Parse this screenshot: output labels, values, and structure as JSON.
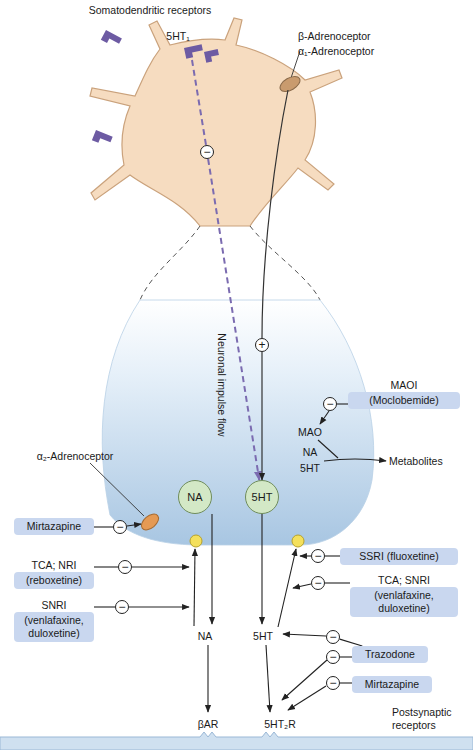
{
  "diagram": {
    "nodes": [
      {
        "text": [
          "−"
        ]
      },
      {
        "text": [
          "+"
        ]
      },
      {
        "text": [
          "MAOI",
          "(Moclobemide)"
        ]
      },
      {
        "text": [
          "−"
        ]
      },
      {
        "text": [
          "NA"
        ]
      },
      {
        "text": [
          "5HT"
        ]
      },
      {
        "text": [
          "Mirtazapine"
        ]
      },
      {
        "text": [
          "−"
        ]
      },
      {
        "text": [
          "SSRI (fluoxetine)"
        ]
      },
      {
        "text": [
          "−"
        ]
      },
      {
        "text": [
          "TCA; NRI",
          "(reboxetine)"
        ]
      },
      {
        "text": [
          "−"
        ]
      },
      {
        "text": [
          "TCA; SNRI",
          "(venlafaxine, duloxetine)"
        ]
      },
      {
        "text": [
          "−"
        ]
      },
      {
        "text": [
          "SNRI",
          "(venlafaxine, duloxetine)"
        ]
      },
      {
        "text": [
          "−"
        ]
      },
      {
        "text": [
          "Trazodone"
        ]
      },
      {
        "text": [
          "−"
        ]
      },
      {
        "text": [
          "−"
        ]
      },
      {
        "text": [
          "Mirtazapine"
        ]
      },
      {
        "text": [
          "−"
        ]
      },
      {
        "text": [
          "Postsynaptic receptors"
        ]
      }
    ],
    "edges": [
      {
        "from": 0,
        "to": 5,
        "arrow": "to"
      },
      {
        "from": 1,
        "to": 5,
        "arrow": "to"
      },
      {
        "from": 2,
        "to": 3,
        "arrow": "none"
      },
      {
        "from": 6,
        "to": 7,
        "arrow": "none"
      },
      {
        "from": 8,
        "to": 9,
        "arrow": "none"
      },
      {
        "from": 10,
        "to": 11,
        "arrow": "none"
      },
      {
        "from": 12,
        "to": 13,
        "arrow": "none"
      },
      {
        "from": 14,
        "to": 15,
        "arrow": "none"
      },
      {
        "from": 16,
        "to": 17,
        "arrow": "none"
      },
      {
        "from": 16,
        "to": 18,
        "arrow": "none"
      },
      {
        "from": 19,
        "to": 20,
        "arrow": "none"
      }
    ],
    "labels": [
      "Somatodendritic receptors",
      "5HT₁",
      "β-Adrenoceptor",
      "α₁-Adrenoceptor",
      "Neuronal impulse flow",
      "MAO",
      "NA",
      "5HT",
      "Metabolites",
      "α₂-Adrenoceptor",
      "NA",
      "5HT",
      "βAR",
      "5HT₂R"
    ]
  }
}
